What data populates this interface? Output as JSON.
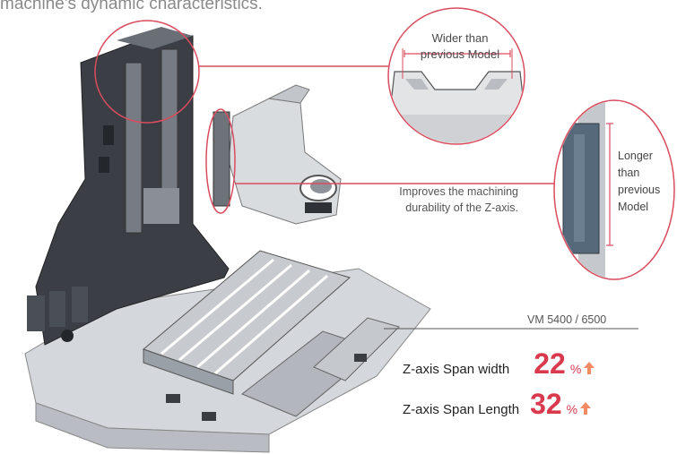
{
  "intro": {
    "text": "machine's dynamic characteristics."
  },
  "callouts": {
    "wider": "Wider than\nprevious Model",
    "improves": "Improves the machining\ndurability of the Z-axis.",
    "longer": "Longer\nthan\nprevious\nModel"
  },
  "specs": {
    "model": "VM 5400 / 6500",
    "rows": [
      {
        "label": "Z-axis Span width",
        "value": "22",
        "unit": "%"
      },
      {
        "label": "Z-axis Span Length",
        "value": "32",
        "unit": "%"
      }
    ]
  },
  "colors": {
    "accent": "#d93a4e",
    "arrow": "#f28a63",
    "leader": "#d94c5e"
  },
  "icons": {
    "increase": "up-arrow-icon"
  }
}
